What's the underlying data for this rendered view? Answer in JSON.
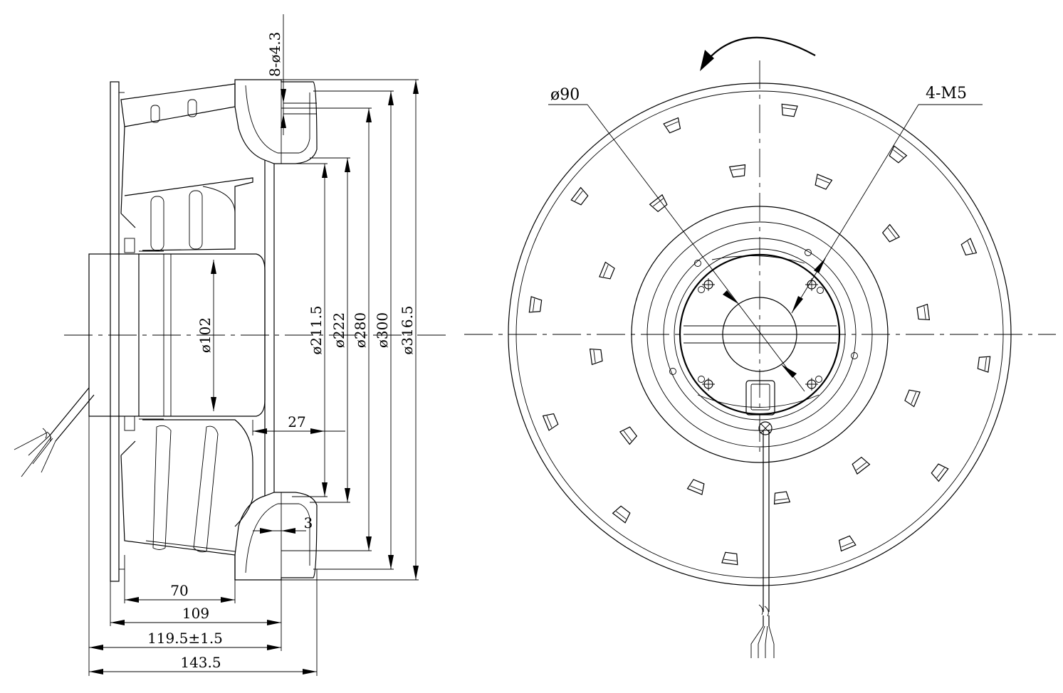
{
  "side_view": {
    "dimensions": {
      "holes": "8-ø4.3",
      "d102": "ø102",
      "d211": "ø211.5",
      "d222": "ø222",
      "d280": "ø280",
      "d300": "ø300",
      "d316": "ø316.5",
      "w27": "27",
      "w3": "3",
      "w70": "70",
      "w109": "109",
      "w119": "119.5±1.5",
      "w143": "143.5"
    }
  },
  "front_view": {
    "dimensions": {
      "d90": "ø90",
      "m5": "4-M5"
    },
    "rotation": "counter-clockwise",
    "blade_count": 24,
    "hub_screw_count": 4
  }
}
